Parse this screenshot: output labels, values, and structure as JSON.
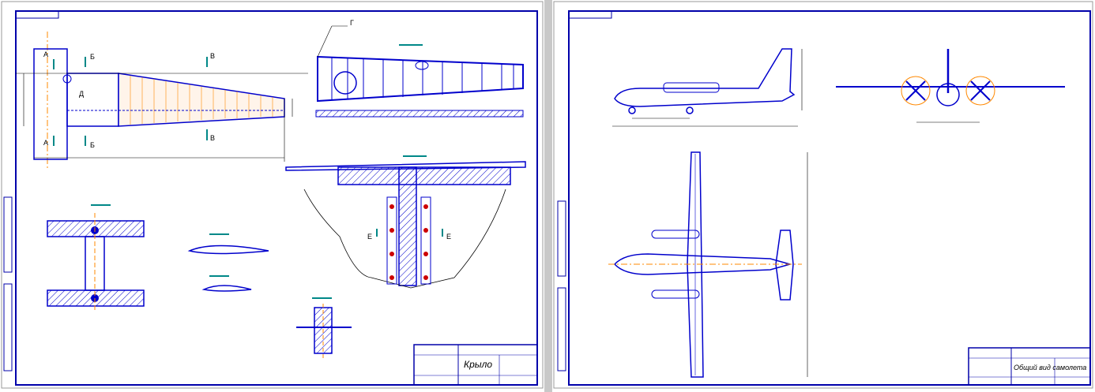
{
  "sheet_left": {
    "title": "Крыло",
    "view_labels": {
      "a": "А",
      "b": "Б",
      "v": "В",
      "g": "Г",
      "d": "Д",
      "e": "Е"
    }
  },
  "sheet_right": {
    "title": "Общий вид самолета"
  },
  "colors": {
    "outline": "#0000cc",
    "frame": "#0000aa",
    "centerline": "#ff8800",
    "marker": "#008888",
    "gutter": "#c8c8c8"
  }
}
